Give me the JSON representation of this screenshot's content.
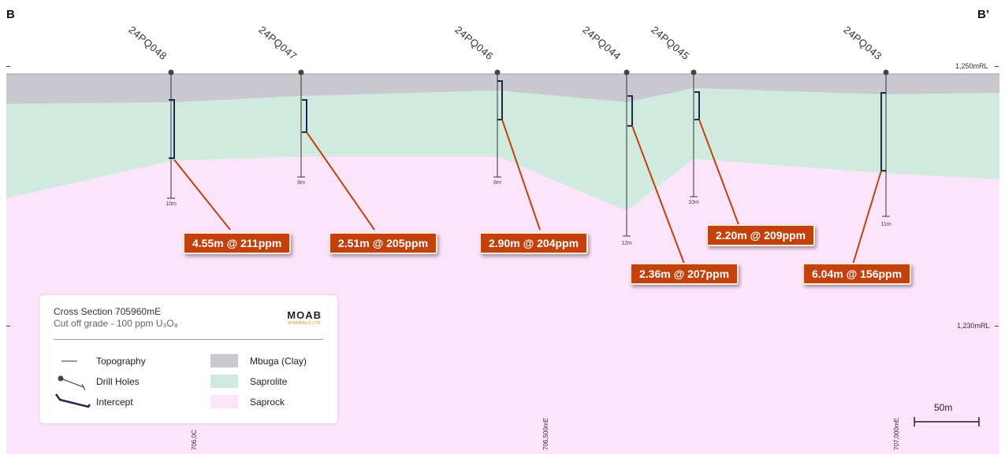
{
  "section": {
    "start_label": "B",
    "end_label": "B’"
  },
  "rl_labels": {
    "upper": "1,250mRL",
    "lower": "1,230mRL"
  },
  "colors": {
    "mbuga": "#c9c9cf",
    "saprolite": "#d1eadf",
    "saprock": "#fce4fa",
    "intercept_badge": "#c2410c",
    "leader_line": "#c2410c"
  },
  "holes": [
    {
      "id": "24PQ048",
      "depth": "10m"
    },
    {
      "id": "24PQ047",
      "depth": "8m"
    },
    {
      "id": "24PQ046",
      "depth": "8m"
    },
    {
      "id": "24PQ044",
      "depth": "12m"
    },
    {
      "id": "24PQ045",
      "depth": "10m"
    },
    {
      "id": "24PQ043",
      "depth": "11m"
    }
  ],
  "intercepts": [
    {
      "label": "4.55m @ 211ppm"
    },
    {
      "label": "2.51m @ 205ppm"
    },
    {
      "label": "2.90m @ 204ppm"
    },
    {
      "label": "2.36m @ 207ppm"
    },
    {
      "label": "2.20m @ 209ppm"
    },
    {
      "label": "6.04m @ 156ppm"
    }
  ],
  "eastings": [
    "706,0C",
    "706,500mE",
    "707,000mE"
  ],
  "scale_bar": {
    "label": "50m"
  },
  "legend": {
    "title": "Cross Section 705960mE",
    "subtitle": "Cut off grade - 100 ppm U₃O₈",
    "logo_main": "MOAB",
    "logo_sub": "MINERALS LTD",
    "items": [
      {
        "label": "Topography"
      },
      {
        "label": "Drill Holes"
      },
      {
        "label": "Intercept"
      },
      {
        "label": "Mbuga (Clay)"
      },
      {
        "label": "Saprolite"
      },
      {
        "label": "Saprock"
      }
    ]
  }
}
